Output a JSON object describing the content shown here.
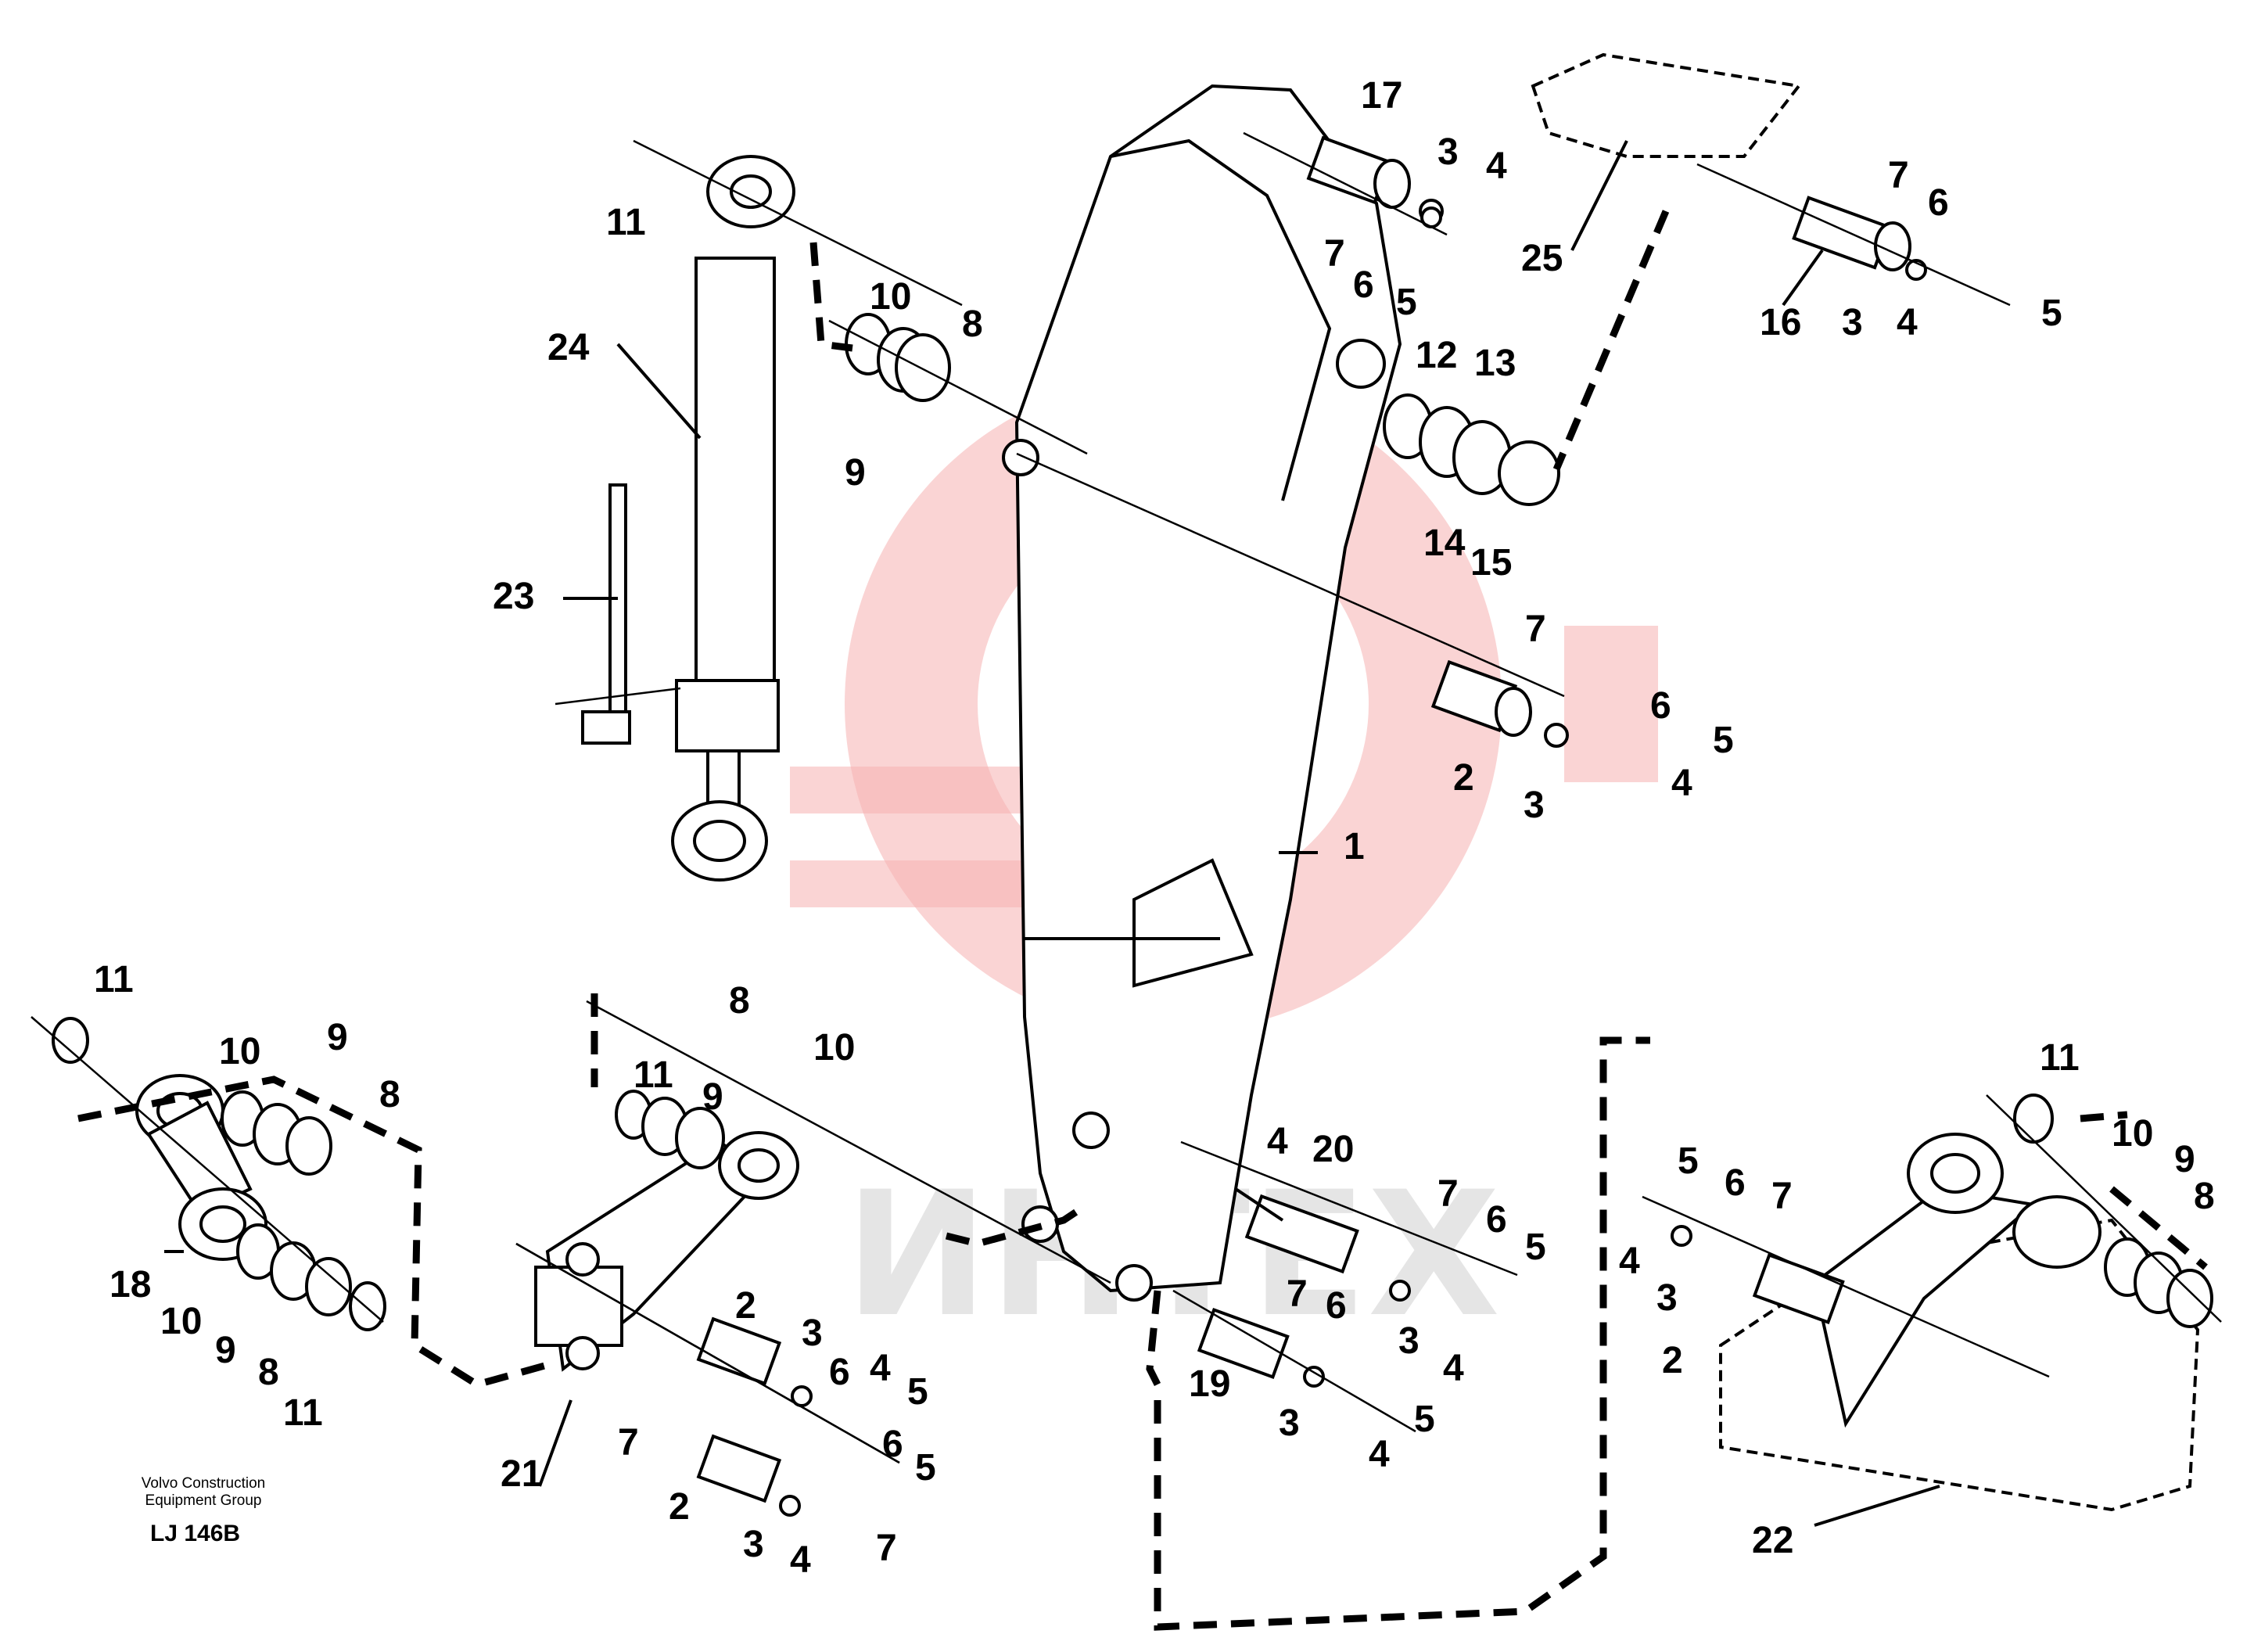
{
  "diagram": {
    "credit_line1": "Volvo Construction",
    "credit_line2": "Equipment Group",
    "drawing_code": "LJ 146B",
    "watermark_text": "ИНТЕХ",
    "watermark_color": "#f5b0b0",
    "callouts": [
      {
        "id": "c17",
        "text": "17"
      },
      {
        "id": "c3a",
        "text": "3"
      },
      {
        "id": "c4a",
        "text": "4"
      },
      {
        "id": "c7a",
        "text": "7"
      },
      {
        "id": "c6a",
        "text": "6"
      },
      {
        "id": "c5a",
        "text": "5"
      },
      {
        "id": "c25",
        "text": "25"
      },
      {
        "id": "c7b",
        "text": "7"
      },
      {
        "id": "c6b",
        "text": "6"
      },
      {
        "id": "c16",
        "text": "16"
      },
      {
        "id": "c3b",
        "text": "3"
      },
      {
        "id": "c4b",
        "text": "4"
      },
      {
        "id": "c5b",
        "text": "5"
      },
      {
        "id": "c11a",
        "text": "11"
      },
      {
        "id": "c10a",
        "text": "10"
      },
      {
        "id": "c8a",
        "text": "8"
      },
      {
        "id": "c9a",
        "text": "9"
      },
      {
        "id": "c24",
        "text": "24"
      },
      {
        "id": "c23",
        "text": "23"
      },
      {
        "id": "c12",
        "text": "12"
      },
      {
        "id": "c13",
        "text": "13"
      },
      {
        "id": "c14",
        "text": "14"
      },
      {
        "id": "c15",
        "text": "15"
      },
      {
        "id": "c7c",
        "text": "7"
      },
      {
        "id": "c6c",
        "text": "6"
      },
      {
        "id": "c5c",
        "text": "5"
      },
      {
        "id": "c2a",
        "text": "2"
      },
      {
        "id": "c3c",
        "text": "3"
      },
      {
        "id": "c4c",
        "text": "4"
      },
      {
        "id": "c1",
        "text": "1"
      },
      {
        "id": "c11b",
        "text": "11"
      },
      {
        "id": "c10b",
        "text": "10"
      },
      {
        "id": "c9b",
        "text": "9"
      },
      {
        "id": "c8b",
        "text": "8"
      },
      {
        "id": "c18",
        "text": "18"
      },
      {
        "id": "c10c",
        "text": "10"
      },
      {
        "id": "c9c",
        "text": "9"
      },
      {
        "id": "c8c",
        "text": "8"
      },
      {
        "id": "c11c",
        "text": "11"
      },
      {
        "id": "c8d",
        "text": "8"
      },
      {
        "id": "c10d",
        "text": "10"
      },
      {
        "id": "c11d",
        "text": "11"
      },
      {
        "id": "c9d",
        "text": "9"
      },
      {
        "id": "c2b",
        "text": "2"
      },
      {
        "id": "c3d",
        "text": "3"
      },
      {
        "id": "c6d",
        "text": "6"
      },
      {
        "id": "c4d",
        "text": "4"
      },
      {
        "id": "c5d",
        "text": "5"
      },
      {
        "id": "c7d",
        "text": "7"
      },
      {
        "id": "c6e",
        "text": "6"
      },
      {
        "id": "c5e",
        "text": "5"
      },
      {
        "id": "c21",
        "text": "21"
      },
      {
        "id": "c2c",
        "text": "2"
      },
      {
        "id": "c3e",
        "text": "3"
      },
      {
        "id": "c4e",
        "text": "4"
      },
      {
        "id": "c7e",
        "text": "7"
      },
      {
        "id": "c4f",
        "text": "4"
      },
      {
        "id": "c20",
        "text": "20"
      },
      {
        "id": "c7f",
        "text": "7"
      },
      {
        "id": "c6f",
        "text": "6"
      },
      {
        "id": "c5f",
        "text": "5"
      },
      {
        "id": "c3f",
        "text": "3"
      },
      {
        "id": "c4g",
        "text": "4"
      },
      {
        "id": "c7g",
        "text": "7"
      },
      {
        "id": "c6g",
        "text": "6"
      },
      {
        "id": "c19",
        "text": "19"
      },
      {
        "id": "c5g",
        "text": "5"
      },
      {
        "id": "c3g",
        "text": "3"
      },
      {
        "id": "c4h",
        "text": "4"
      },
      {
        "id": "c11e",
        "text": "11"
      },
      {
        "id": "c10e",
        "text": "10"
      },
      {
        "id": "c9e",
        "text": "9"
      },
      {
        "id": "c8e",
        "text": "8"
      },
      {
        "id": "c5h",
        "text": "5"
      },
      {
        "id": "c6h",
        "text": "6"
      },
      {
        "id": "c7h",
        "text": "7"
      },
      {
        "id": "c4i",
        "text": "4"
      },
      {
        "id": "c3h",
        "text": "3"
      },
      {
        "id": "c2d",
        "text": "2"
      },
      {
        "id": "c22",
        "text": "22"
      }
    ]
  }
}
